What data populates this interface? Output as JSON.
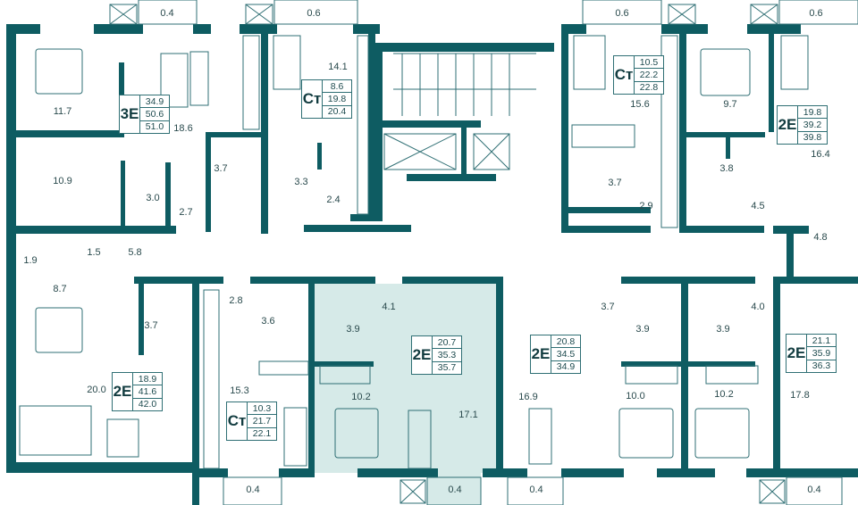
{
  "colors": {
    "wall": "#0e5c62",
    "line": "#2f6f74",
    "highlight": "#d6eae8"
  },
  "apartments": [
    {
      "type": "3Е",
      "areas": [
        "34.9",
        "50.6",
        "51.0"
      ]
    },
    {
      "type": "Ст",
      "areas": [
        "8.6",
        "19.8",
        "20.4"
      ]
    },
    {
      "type": "Ст",
      "areas": [
        "10.5",
        "22.2",
        "22.8"
      ]
    },
    {
      "type": "2Е",
      "areas": [
        "19.8",
        "39.2",
        "39.8"
      ]
    },
    {
      "type": "2Е",
      "areas": [
        "18.9",
        "41.6",
        "42.0"
      ]
    },
    {
      "type": "Ст",
      "areas": [
        "10.3",
        "21.7",
        "22.1"
      ]
    },
    {
      "type": "2Е",
      "areas": [
        "20.7",
        "35.3",
        "35.7"
      ]
    },
    {
      "type": "2Е",
      "areas": [
        "20.8",
        "34.5",
        "34.9"
      ]
    },
    {
      "type": "2Е",
      "areas": [
        "21.1",
        "35.9",
        "36.3"
      ]
    }
  ],
  "rooms": [
    "11.7",
    "18.6",
    "10.9",
    "3.0",
    "2.7",
    "3.7",
    "14.1",
    "3.3",
    "2.4",
    "1.9",
    "1.5",
    "5.8",
    "8.7",
    "3.7",
    "20.0",
    "2.8",
    "3.6",
    "15.3",
    "3.9",
    "4.1",
    "10.2",
    "15.6",
    "3.7",
    "2.9",
    "9.7",
    "3.8",
    "4.5",
    "16.4",
    "4.8",
    "17.1",
    "16.9",
    "3.7",
    "3.9",
    "3.9",
    "4.0",
    "10.0",
    "10.2",
    "17.8"
  ],
  "balconies": [
    "0.4",
    "0.6",
    "0.6",
    "0.6",
    "0.4",
    "0.4",
    "0.4",
    "0.4"
  ],
  "highlighted_apartment": 6
}
